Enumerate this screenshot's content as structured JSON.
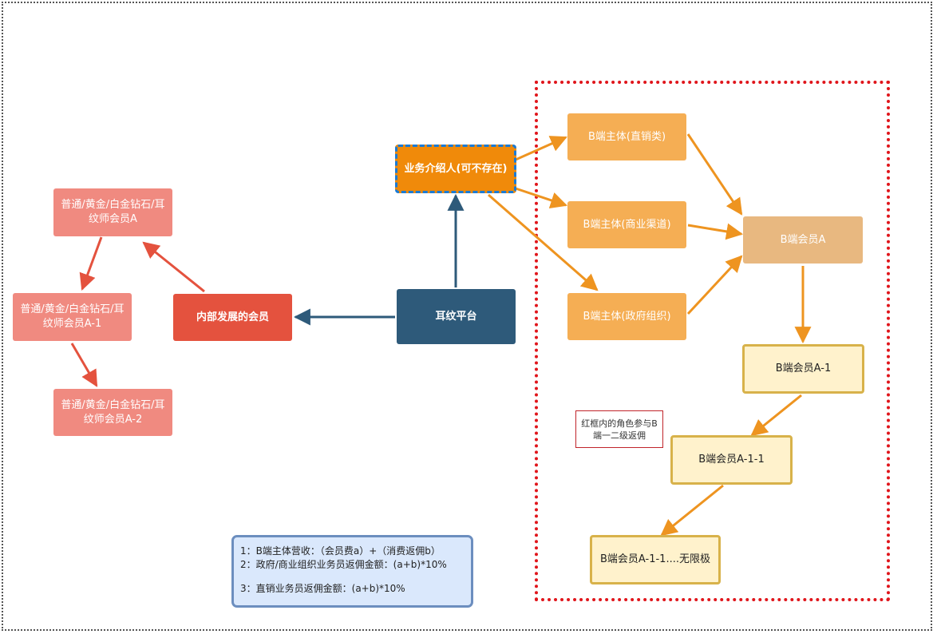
{
  "nodes": {
    "member_a": "普通/黄金/白金钻石/耳纹师会员A",
    "member_a1": "普通/黄金/白金钻石/耳纹师会员A-1",
    "member_a2": "普通/黄金/白金钻石/耳纹师会员A-2",
    "internal": "内部发展的会员",
    "platform": "耳纹平台",
    "referrer": "业务介绍人(可不存在)",
    "b_direct": "B端主体(直销类)",
    "b_channel": "B端主体(商业渠道)",
    "b_gov": "B端主体(政府组织)",
    "b_member_a": "B端会员A",
    "b_member_a1": "B端会员A-1",
    "b_member_a11": "B端会员A-1-1",
    "b_member_inf": "B端会员A-1-1....无限极"
  },
  "note": "红框内的角色参与B端一二级返佣",
  "legend": {
    "line1": "1：B端主体营收：（会员费a）+（消费返佣b）",
    "line2": "2：政府/商业组织业务员返佣金额：(a+b)*10%",
    "line3": "3：直销业务员返佣金额：(a+b)*10%"
  },
  "colors": {
    "pink": "#f08a80",
    "red": "#e4523e",
    "navy": "#2e5a7a",
    "orange": "#f08a0a",
    "light_orange": "#f5ae54",
    "tan": "#e8b880",
    "cream": "#fff2cc",
    "arrow_red": "#e4523e",
    "arrow_navy": "#2e5a7a",
    "arrow_orange": "#ee9420",
    "frame_red": "#e0151b",
    "legend_fill": "#dae8fc"
  }
}
